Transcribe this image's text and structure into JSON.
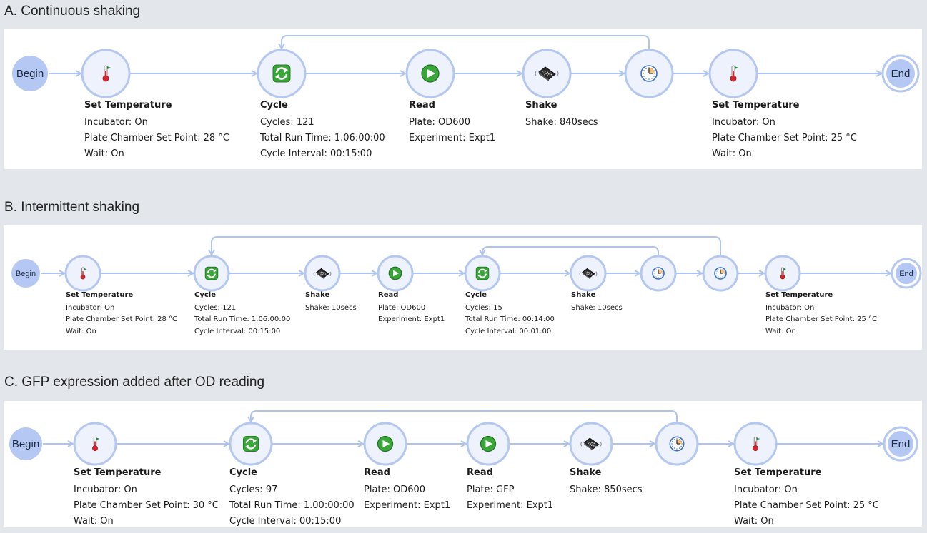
{
  "colors": {
    "line": "#aec3ee",
    "node_fill": "#eef2fd",
    "node_stroke": "#b3c7f1",
    "terminal_fill": "#b4c8f3",
    "icon_green": "#3aa63a",
    "icon_red": "#d9262e"
  },
  "sections": [
    {
      "title": "A. Continuous shaking",
      "begin_label": "Begin",
      "end_label": "End",
      "nodes": [
        {
          "icon": "thermometer-icon",
          "title": "Set Temperature",
          "details": [
            "Incubator: On",
            "Plate Chamber Set Point: 28 °C",
            "Wait: On"
          ]
        },
        {
          "icon": "cycle-icon",
          "title": "Cycle",
          "details": [
            "Cycles: 121",
            "Total Run Time: 1.06:00:00",
            "Cycle Interval: 00:15:00"
          ]
        },
        {
          "icon": "play-icon",
          "title": "Read",
          "details": [
            "Plate: OD600",
            "Experiment: Expt1"
          ]
        },
        {
          "icon": "shake-icon",
          "title": "Shake",
          "details": [
            "Shake: 840secs"
          ]
        },
        {
          "icon": "clock-icon",
          "title": "",
          "details": []
        },
        {
          "icon": "thermometer-icon",
          "title": "Set Temperature",
          "details": [
            "Incubator: On",
            "Plate Chamber Set Point: 25 °C",
            "Wait: On"
          ]
        }
      ]
    },
    {
      "title": "B. Intermittent shaking",
      "begin_label": "Begin",
      "end_label": "End",
      "nodes": [
        {
          "icon": "thermometer-icon",
          "title": "Set Temperature",
          "details": [
            "Incubator: On",
            "Plate Chamber Set Point: 28 °C",
            "Wait: On"
          ]
        },
        {
          "icon": "cycle-icon",
          "title": "Cycle",
          "details": [
            "Cycles: 121",
            "Total Run Time: 1.06:00:00",
            "Cycle Interval: 00:15:00"
          ]
        },
        {
          "icon": "shake-icon",
          "title": "Shake",
          "details": [
            "Shake: 10secs"
          ]
        },
        {
          "icon": "play-icon",
          "title": "Read",
          "details": [
            "Plate: OD600",
            "Experiment: Expt1"
          ]
        },
        {
          "icon": "cycle-icon",
          "title": "Cycle",
          "details": [
            "Cycles: 15",
            "Total Run Time: 00:14:00",
            "Cycle Interval: 00:01:00"
          ]
        },
        {
          "icon": "shake-icon",
          "title": "Shake",
          "details": [
            "Shake: 10secs"
          ]
        },
        {
          "icon": "clock-icon",
          "title": "",
          "details": []
        },
        {
          "icon": "clock-icon",
          "title": "",
          "details": []
        },
        {
          "icon": "thermometer-icon",
          "title": "Set Temperature",
          "details": [
            "Incubator: On",
            "Plate Chamber Set Point: 25 °C",
            "Wait: On"
          ]
        }
      ]
    },
    {
      "title": "C. GFP expression added after OD reading",
      "begin_label": "Begin",
      "end_label": "End",
      "nodes": [
        {
          "icon": "thermometer-icon",
          "title": "Set Temperature",
          "details": [
            "Incubator: On",
            "Plate Chamber Set Point: 30 °C",
            "Wait: On"
          ]
        },
        {
          "icon": "cycle-icon",
          "title": "Cycle",
          "details": [
            "Cycles: 97",
            "Total Run Time: 1.00:00:00",
            "Cycle Interval: 00:15:00"
          ]
        },
        {
          "icon": "play-icon",
          "title": "Read",
          "details": [
            "Plate: OD600",
            "Experiment: Expt1"
          ]
        },
        {
          "icon": "play-icon",
          "title": "Read",
          "details": [
            "Plate: GFP",
            "Experiment: Expt1"
          ]
        },
        {
          "icon": "shake-icon",
          "title": "Shake",
          "details": [
            "Shake: 850secs"
          ]
        },
        {
          "icon": "clock-icon",
          "title": "",
          "details": []
        },
        {
          "icon": "thermometer-icon",
          "title": "Set Temperature",
          "details": [
            "Incubator: On",
            "Plate Chamber Set Point: 25 °C",
            "Wait: On"
          ]
        }
      ]
    }
  ]
}
